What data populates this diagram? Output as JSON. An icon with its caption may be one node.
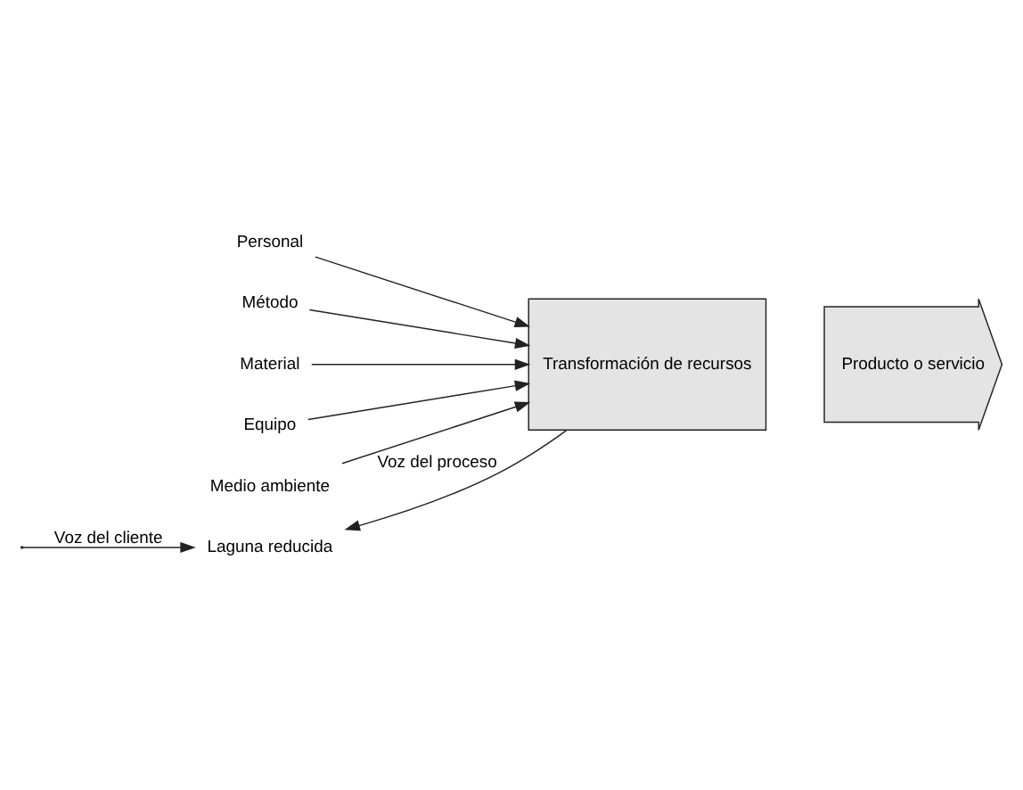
{
  "diagram": {
    "nodes": [
      {
        "text": [
          "Laguna reducida"
        ]
      },
      {
        "text": [
          "Personal"
        ]
      },
      {
        "text": [
          "Método"
        ]
      },
      {
        "text": [
          "Material"
        ]
      },
      {
        "text": [
          "Equipo"
        ]
      },
      {
        "text": [
          "Medio ambiente"
        ]
      },
      {
        "text": [
          "Transformación de recursos"
        ]
      },
      {
        "text": [
          "Producto o servicio"
        ]
      }
    ],
    "edges": [
      {
        "from": null,
        "to": 0,
        "arrow": "to",
        "label": "Voz del cliente"
      },
      {
        "from": 6,
        "to": 0,
        "arrow": "to",
        "label": "Voz del proceso"
      },
      {
        "from": 1,
        "to": 6,
        "arrow": "to"
      },
      {
        "from": 2,
        "to": 6,
        "arrow": "to"
      },
      {
        "from": 3,
        "to": 6,
        "arrow": "to"
      },
      {
        "from": 4,
        "to": 6,
        "arrow": "to"
      },
      {
        "from": 5,
        "to": 6,
        "arrow": "to"
      }
    ]
  }
}
